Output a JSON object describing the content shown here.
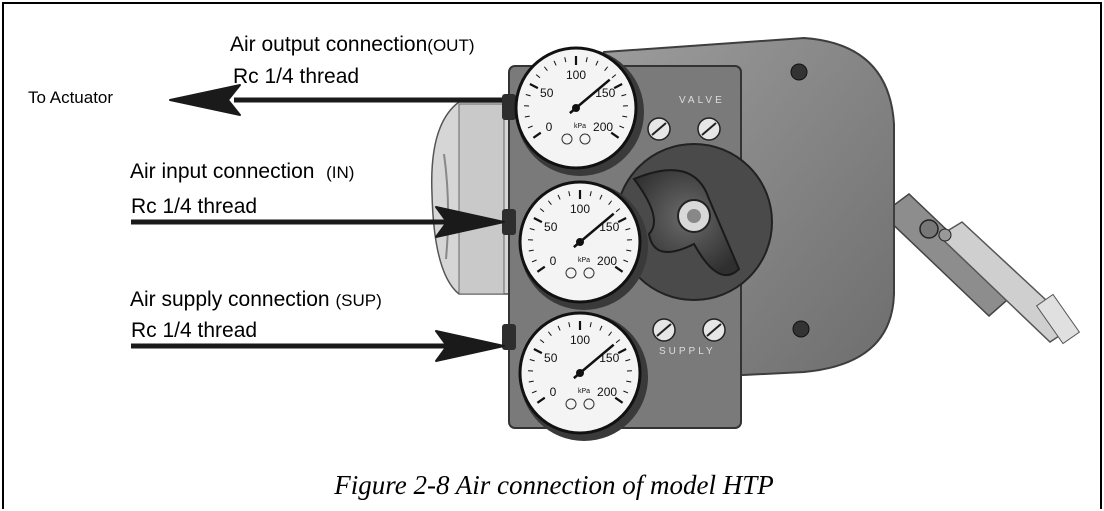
{
  "callouts": {
    "out": {
      "name": "Air output connection",
      "code": "(OUT)",
      "thread": "Rc 1/4 thread"
    },
    "in": {
      "name": "Air input connection",
      "code": "(IN)",
      "thread": "Rc 1/4 thread"
    },
    "sup": {
      "name": "Air supply connection",
      "code": "(SUP)",
      "thread": "Rc 1/4 thread"
    },
    "to_actuator": "To Actuator"
  },
  "gauge": {
    "labels": [
      "0",
      "50",
      "100",
      "150",
      "200"
    ],
    "unit": "kPa"
  },
  "plate_labels": {
    "top": "VALVE",
    "bottom": "SUPPLY"
  },
  "caption": "Figure 2-8  Air connection of model HTP",
  "colors": {
    "housing": "#8a8a8a",
    "housing_dark": "#5e5e5e",
    "gauge_face": "#f4f4f4",
    "text": "#000000"
  }
}
